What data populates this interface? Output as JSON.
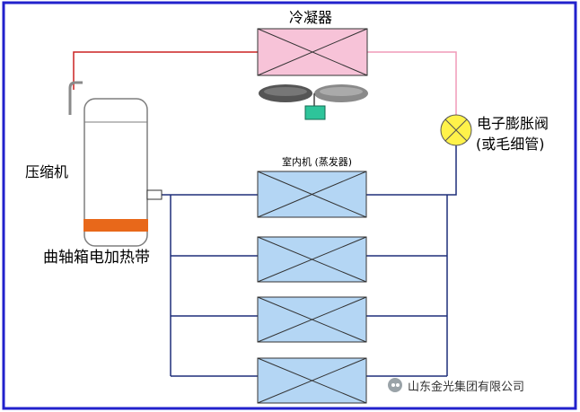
{
  "labels": {
    "condenser": "冷凝器",
    "compressor": "压缩机",
    "expansion_valve_line1": "电子膨胀阀",
    "expansion_valve_line2": "(或毛细管)",
    "indoor_unit": "室内机 (蒸发器)",
    "crankcase_heater": "曲轴箱电加热带",
    "watermark": "山东金光集团有限公司"
  },
  "colors": {
    "frame": "#2222cc",
    "coil_fill_condenser": "#f7c3d8",
    "coil_fill_indoor": "#b4d6f4",
    "hot_line": "#cc2222",
    "hot_line_light": "#f19ab9",
    "cold_line": "#1f2f7a",
    "valve_fill": "#fff24a",
    "heater_band": "#e8681a",
    "fan_motor": "#2ec49a"
  },
  "icons": {
    "fan": "fan-icon",
    "expansion_valve": "valve-icon",
    "watermark": "wechat-icon"
  },
  "indoor_units": [
    "indoor-unit-1",
    "indoor-unit-2",
    "indoor-unit-3",
    "indoor-unit-4"
  ]
}
